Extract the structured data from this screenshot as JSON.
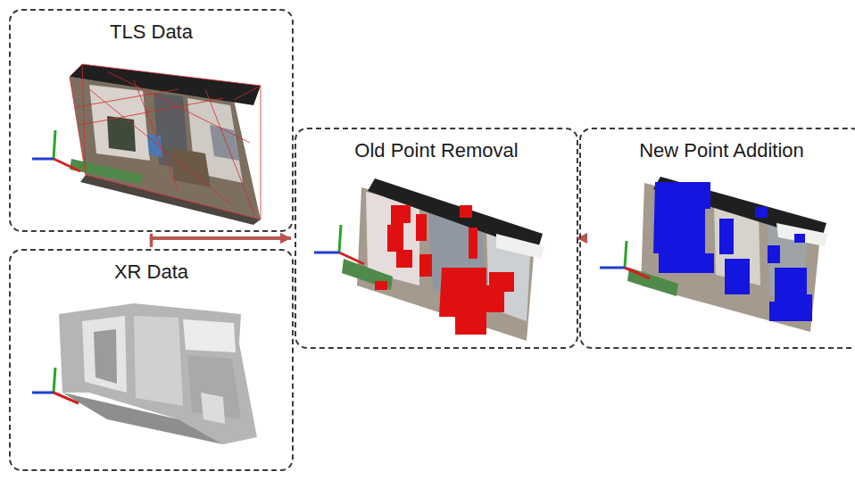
{
  "diagram": {
    "nodes": [
      {
        "text": [
          "TLS Data"
        ]
      },
      {
        "text": [
          "XR Data"
        ]
      },
      {
        "text": [
          "Old Point Removal"
        ]
      },
      {
        "text": [
          "New Point Addition"
        ]
      }
    ],
    "edges": [
      {
        "from": 0,
        "to": 2,
        "arrow": "to"
      },
      {
        "from": 1,
        "to": 2,
        "arrow": "to"
      },
      {
        "from": 2,
        "to": 3,
        "arrow": "to"
      }
    ]
  }
}
